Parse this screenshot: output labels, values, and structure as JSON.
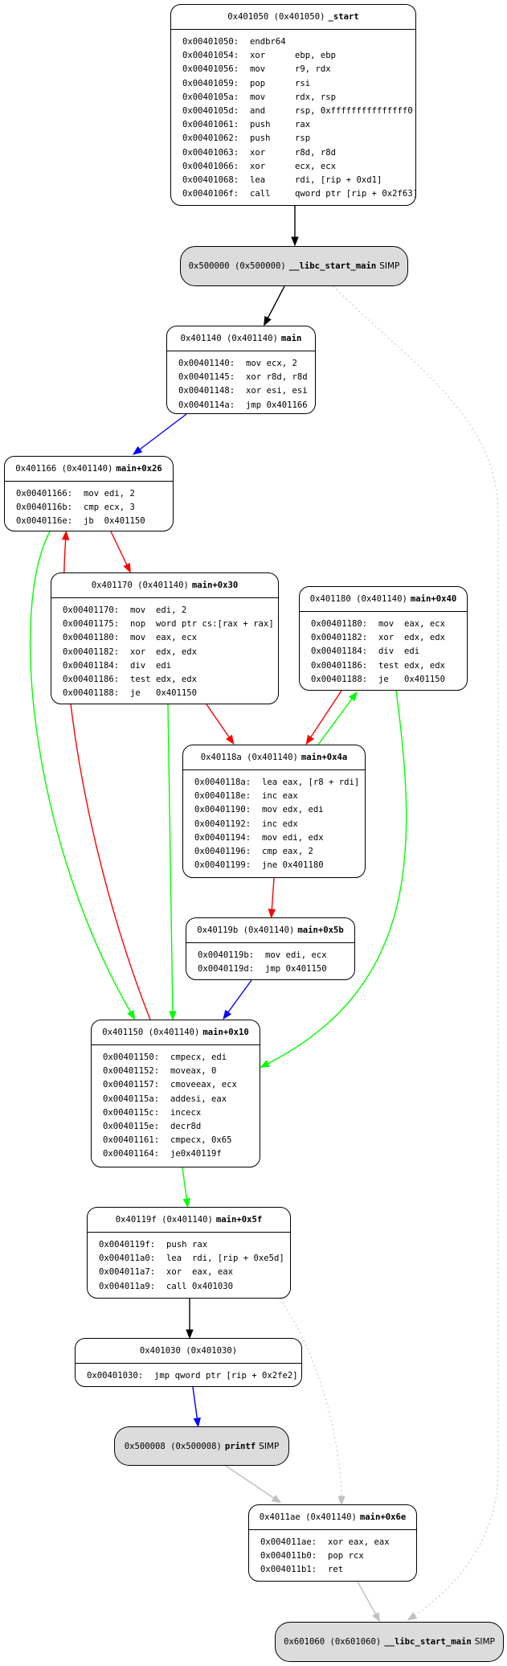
{
  "edge_colors": {
    "unconditional": "#000000",
    "true_branch": "#00ff00",
    "false_branch": "#ff0000",
    "jump": "#0000ff",
    "fallthrough_call": "#c0c0c0",
    "dotted": "#c0c0c0"
  },
  "nodes": {
    "start": {
      "addr": "0x401050 (0x401050)",
      "name": "_start",
      "lines": [
        [
          "0x00401050:",
          "endbr64",
          ""
        ],
        [
          "0x00401054:",
          "xor",
          "ebp, ebp"
        ],
        [
          "0x00401056:",
          "mov",
          "r9, rdx"
        ],
        [
          "0x00401059:",
          "pop",
          "rsi"
        ],
        [
          "0x0040105a:",
          "mov",
          "rdx, rsp"
        ],
        [
          "0x0040105d:",
          "and",
          "rsp, 0xfffffffffffffff0"
        ],
        [
          "0x00401061:",
          "push",
          "rax"
        ],
        [
          "0x00401062:",
          "push",
          "rsp"
        ],
        [
          "0x00401063:",
          "xor",
          "r8d, r8d"
        ],
        [
          "0x00401066:",
          "xor",
          "ecx, ecx"
        ],
        [
          "0x00401068:",
          "lea",
          "rdi, [rip + 0xd1]"
        ],
        [
          "0x0040106f:",
          "call",
          "qword ptr [rip + 0x2f63]"
        ]
      ]
    },
    "libc_start_main_500000": {
      "addr": "0x500000 (0x500000)",
      "name": "__libc_start_main",
      "tag": "SIMP"
    },
    "main": {
      "addr": "0x401140 (0x401140)",
      "name": "main",
      "lines": [
        [
          "0x00401140:",
          "mov",
          "ecx, 2"
        ],
        [
          "0x00401145:",
          "xor",
          "r8d, r8d"
        ],
        [
          "0x00401148:",
          "xor",
          "esi, esi"
        ],
        [
          "0x0040114a:",
          "jmp",
          "0x401166"
        ]
      ]
    },
    "main_26": {
      "addr": "0x401166 (0x401140)",
      "name": "main+0x26",
      "lines": [
        [
          "0x00401166:",
          "mov",
          "edi, 2"
        ],
        [
          "0x0040116b:",
          "cmp",
          "ecx, 3"
        ],
        [
          "0x0040116e:",
          "jb",
          "0x401150"
        ]
      ]
    },
    "main_30": {
      "addr": "0x401170 (0x401140)",
      "name": "main+0x30",
      "lines": [
        [
          "0x00401170:",
          "mov",
          "edi, 2"
        ],
        [
          "0x00401175:",
          "nop",
          "word ptr cs:[rax + rax]"
        ],
        [
          "0x00401180:",
          "mov",
          "eax, ecx"
        ],
        [
          "0x00401182:",
          "xor",
          "edx, edx"
        ],
        [
          "0x00401184:",
          "div",
          "edi"
        ],
        [
          "0x00401186:",
          "test",
          "edx, edx"
        ],
        [
          "0x00401188:",
          "je",
          "0x401150"
        ]
      ]
    },
    "main_40": {
      "addr": "0x401180 (0x401140)",
      "name": "main+0x40",
      "lines": [
        [
          "0x00401180:",
          "mov",
          "eax, ecx"
        ],
        [
          "0x00401182:",
          "xor",
          "edx, edx"
        ],
        [
          "0x00401184:",
          "div",
          "edi"
        ],
        [
          "0x00401186:",
          "test",
          "edx, edx"
        ],
        [
          "0x00401188:",
          "je",
          "0x401150"
        ]
      ]
    },
    "main_4a": {
      "addr": "0x40118a (0x401140)",
      "name": "main+0x4a",
      "lines": [
        [
          "0x0040118a:",
          "lea",
          "eax, [r8 + rdi]"
        ],
        [
          "0x0040118e:",
          "inc",
          "eax"
        ],
        [
          "0x00401190:",
          "mov",
          "edx, edi"
        ],
        [
          "0x00401192:",
          "inc",
          "edx"
        ],
        [
          "0x00401194:",
          "mov",
          "edi, edx"
        ],
        [
          "0x00401196:",
          "cmp",
          "eax, 2"
        ],
        [
          "0x00401199:",
          "jne",
          "0x401180"
        ]
      ]
    },
    "main_5b": {
      "addr": "0x40119b (0x401140)",
      "name": "main+0x5b",
      "lines": [
        [
          "0x0040119b:",
          "mov",
          "edi, ecx"
        ],
        [
          "0x0040119d:",
          "jmp",
          "0x401150"
        ]
      ]
    },
    "main_10": {
      "addr": "0x401150 (0x401140)",
      "name": "main+0x10",
      "lines": [
        [
          "0x00401150:",
          "cmp",
          "ecx, edi"
        ],
        [
          "0x00401152:",
          "mov",
          "eax, 0"
        ],
        [
          "0x00401157:",
          "cmove",
          "eax, ecx"
        ],
        [
          "0x0040115a:",
          "add",
          "esi, eax"
        ],
        [
          "0x0040115c:",
          "inc",
          "ecx"
        ],
        [
          "0x0040115e:",
          "dec",
          "r8d"
        ],
        [
          "0x00401161:",
          "cmp",
          "ecx, 0x65"
        ],
        [
          "0x00401164:",
          "je",
          "0x40119f"
        ]
      ]
    },
    "main_5f": {
      "addr": "0x40119f (0x401140)",
      "name": "main+0x5f",
      "lines": [
        [
          "0x0040119f:",
          "push",
          "rax"
        ],
        [
          "0x004011a0:",
          "lea",
          "rdi, [rip + 0xe5d]"
        ],
        [
          "0x004011a7:",
          "xor",
          "eax, eax"
        ],
        [
          "0x004011a9:",
          "call",
          "0x401030"
        ]
      ]
    },
    "plt_401030": {
      "addr": "0x401030 (0x401030)",
      "name": "",
      "lines": [
        [
          "0x00401030:",
          "jmp",
          "qword ptr [rip + 0x2fe2]"
        ]
      ]
    },
    "printf": {
      "addr": "0x500008 (0x500008)",
      "name": "printf",
      "tag": "SIMP"
    },
    "main_6e": {
      "addr": "0x4011ae (0x401140)",
      "name": "main+0x6e",
      "lines": [
        [
          "0x004011ae:",
          "xor",
          "eax, eax"
        ],
        [
          "0x004011b0:",
          "pop",
          "rcx"
        ],
        [
          "0x004011b1:",
          "ret",
          ""
        ]
      ]
    },
    "libc_start_main_601060": {
      "addr": "0x601060 (0x601060)",
      "name": "__libc_start_main",
      "tag": "SIMP"
    }
  }
}
